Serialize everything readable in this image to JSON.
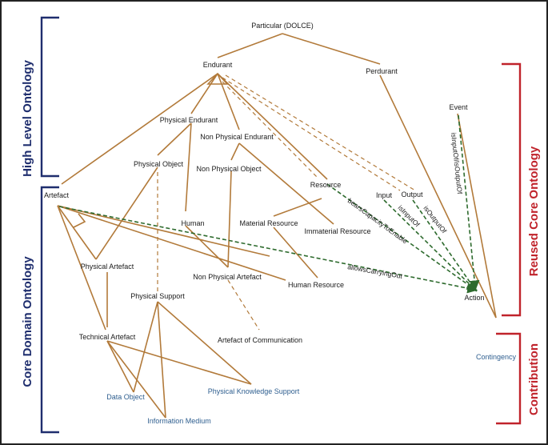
{
  "bands": {
    "high_level": "High Level Ontology",
    "core_domain": "Core Domain Ontology",
    "reused_core": "Reused Core Ontology",
    "contribution": "Contribution"
  },
  "nodes": {
    "particular": "Particular (DOLCE)",
    "endurant": "Endurant",
    "perdurant": "Perdurant",
    "event": "Event",
    "physical_endurant": "Physical Endurant",
    "non_physical_endurant": "Non Physical Endurant",
    "physical_object": "Physical Object",
    "non_physical_object": "Non Physical Object",
    "resource": "Resource",
    "input": "Input",
    "output": "Output",
    "artefact": "Artefact",
    "human": "Human",
    "material_resource": "Material Resource",
    "immaterial_resource": "Immaterial Resource",
    "physical_artefact": "Physical Artefact",
    "non_physical_artefact": "Non Physical Artefact",
    "human_resource": "Human Resource",
    "action": "Action",
    "physical_support": "Physical Support",
    "technical_artefact": "Technical  Artefact",
    "artefact_of_communication": "Artefact of Communication",
    "contingency": "Contingency",
    "data_object": "Data Object",
    "physical_knowledge_support": "Physical Knowledge Support",
    "information_medium": "Information Medium"
  },
  "relations": {
    "is_input_of_is_output_of": "isInputOf/isOutputOf",
    "bears_capacity_to_enable": "bearsCapacityToEnable",
    "is_input_of": "isInputOf",
    "is_output_of": "isOutputOf",
    "allows_carrying_out": "allowsCarryingOut"
  },
  "colors": {
    "tree": "#b27a3a",
    "relation": "#2e6b2e",
    "high_level_band": "#1f2e6e",
    "reused_band": "#c0232b",
    "contribution_node": "#2e5e8f"
  }
}
